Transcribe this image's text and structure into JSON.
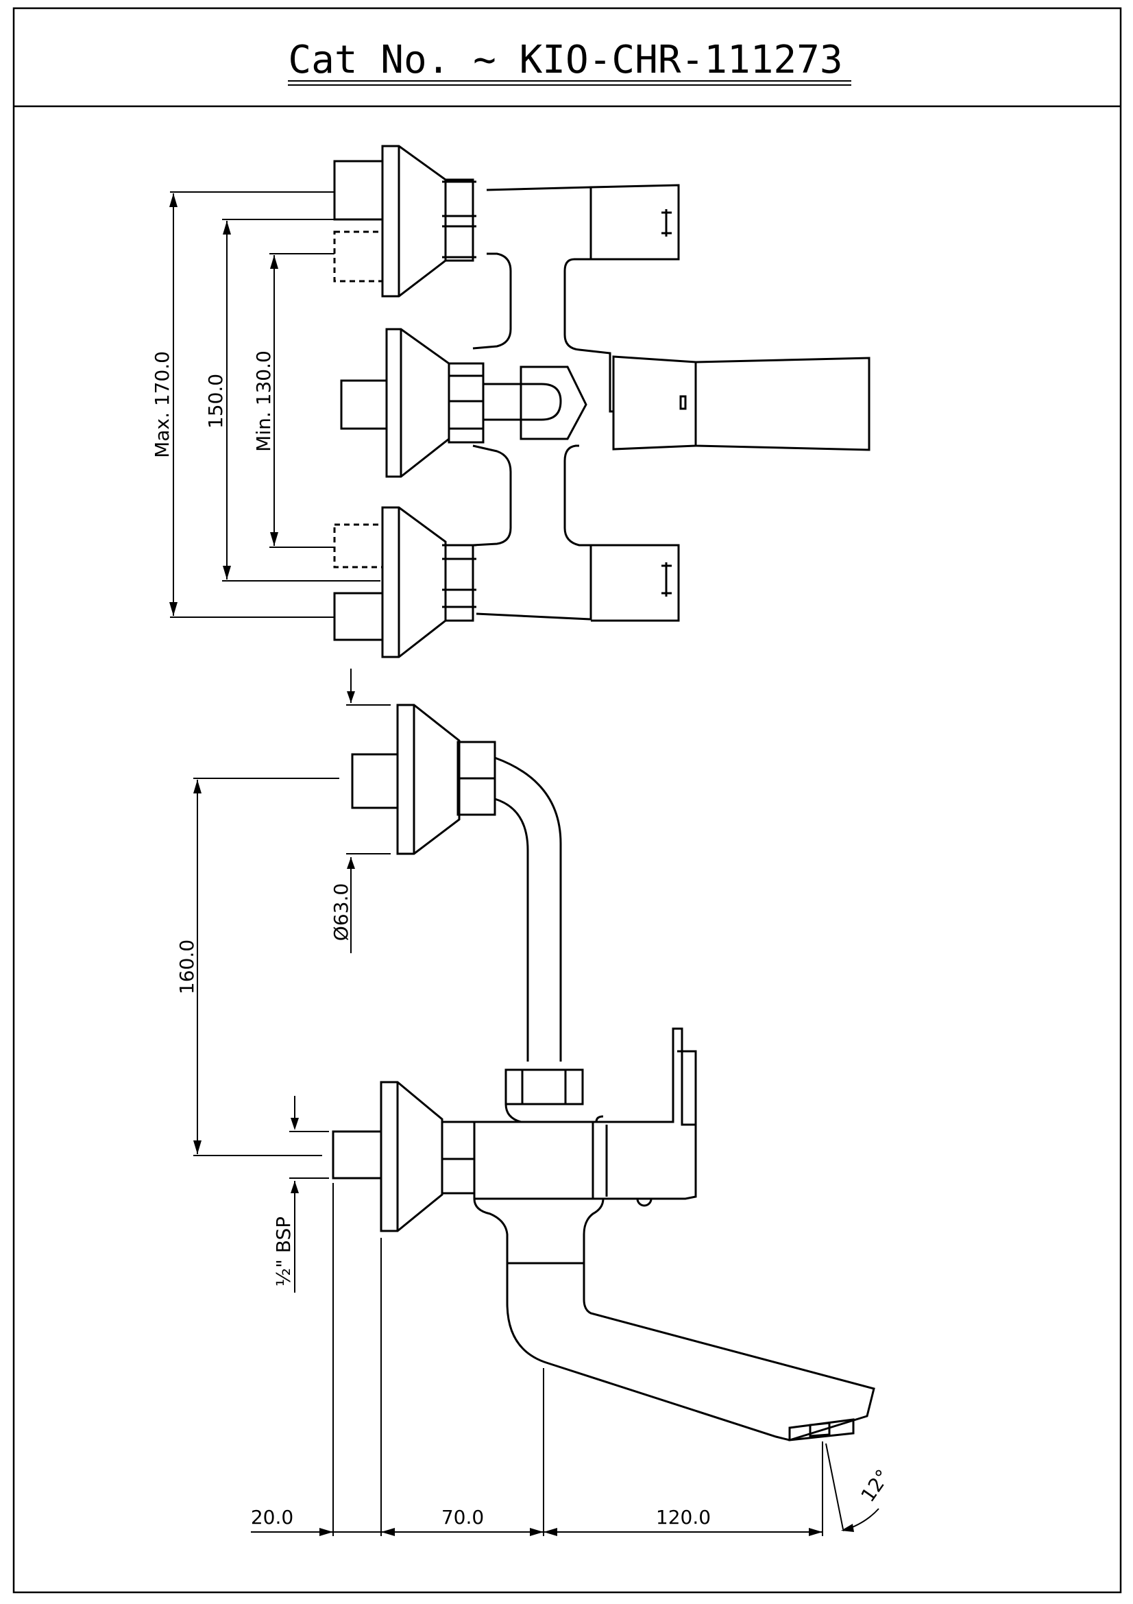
{
  "title": {
    "text": "Cat No. ~ KIO-CHR-111273"
  },
  "dimensions": {
    "max_distance": "Max. 170.0",
    "nominal_distance": "150.0",
    "min_distance": "Min. 130.0",
    "height_between": "160.0",
    "flange_diameter": "Ø63.0",
    "inlet_thread": "½\" BSP",
    "inlet_depth": "20.0",
    "wall_to_spout": "70.0",
    "spout_reach": "120.0",
    "spout_angle": "12°"
  }
}
